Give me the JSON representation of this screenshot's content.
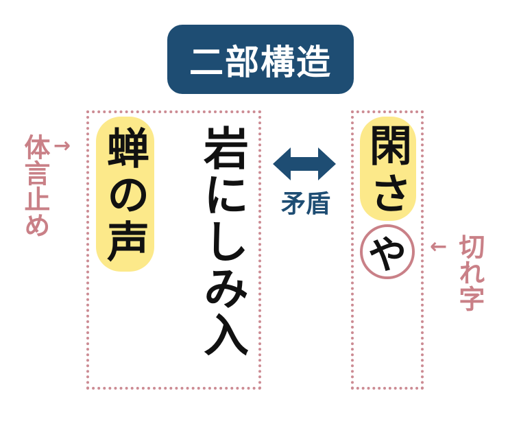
{
  "title": "二部構造",
  "left_column": {
    "highlighted_phrase": "蝉の声",
    "phrase": "岩にしみ入",
    "side_label": "体言止め"
  },
  "right_column": {
    "highlighted_phrase": "閑さ",
    "kireji_char": "や",
    "side_label": "切れ字"
  },
  "middle": {
    "relation_label": "矛盾"
  },
  "colors": {
    "title_bg": "#1e4d73",
    "highlight": "#fce98a",
    "accent_pink": "#c98087",
    "dotted_border": "#cc8b93",
    "relation_color": "#1e4d73"
  },
  "icons": {
    "left_arrow_label": "arrow-right-icon",
    "right_arrow_label": "arrow-left-icon",
    "relation_arrow": "double-arrow-icon"
  }
}
